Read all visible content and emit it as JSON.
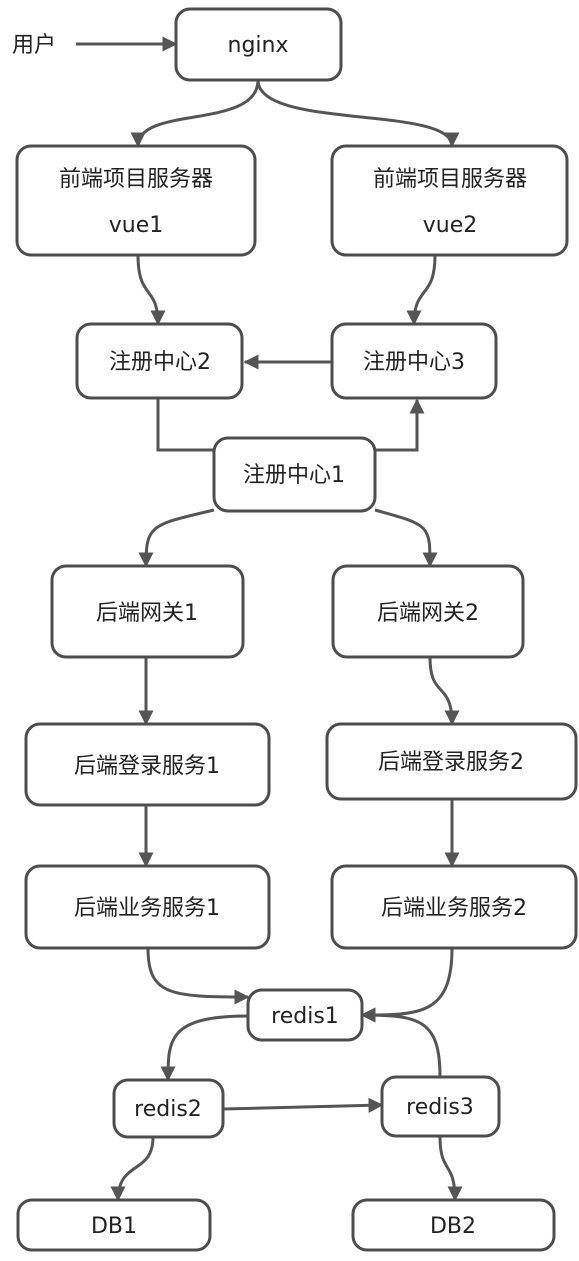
{
  "user_label": "用户",
  "nodes": {
    "nginx": "nginx",
    "vue1_title": "前端项目服务器",
    "vue1_sub": "vue1",
    "vue2_title": "前端项目服务器",
    "vue2_sub": "vue2",
    "reg2": "注册中心2",
    "reg3": "注册中心3",
    "reg1": "注册中心1",
    "gw1": "后端网关1",
    "gw2": "后端网关2",
    "login1": "后端登录服务1",
    "login2": "后端登录服务2",
    "biz1": "后端业务服务1",
    "biz2": "后端业务服务2",
    "redis1": "redis1",
    "redis2": "redis2",
    "redis3": "redis3",
    "db1": "DB1",
    "db2": "DB2"
  },
  "colors": {
    "stroke": "#4d4d4d",
    "edge": "#555555",
    "text": "#222222",
    "background": "#ffffff"
  }
}
